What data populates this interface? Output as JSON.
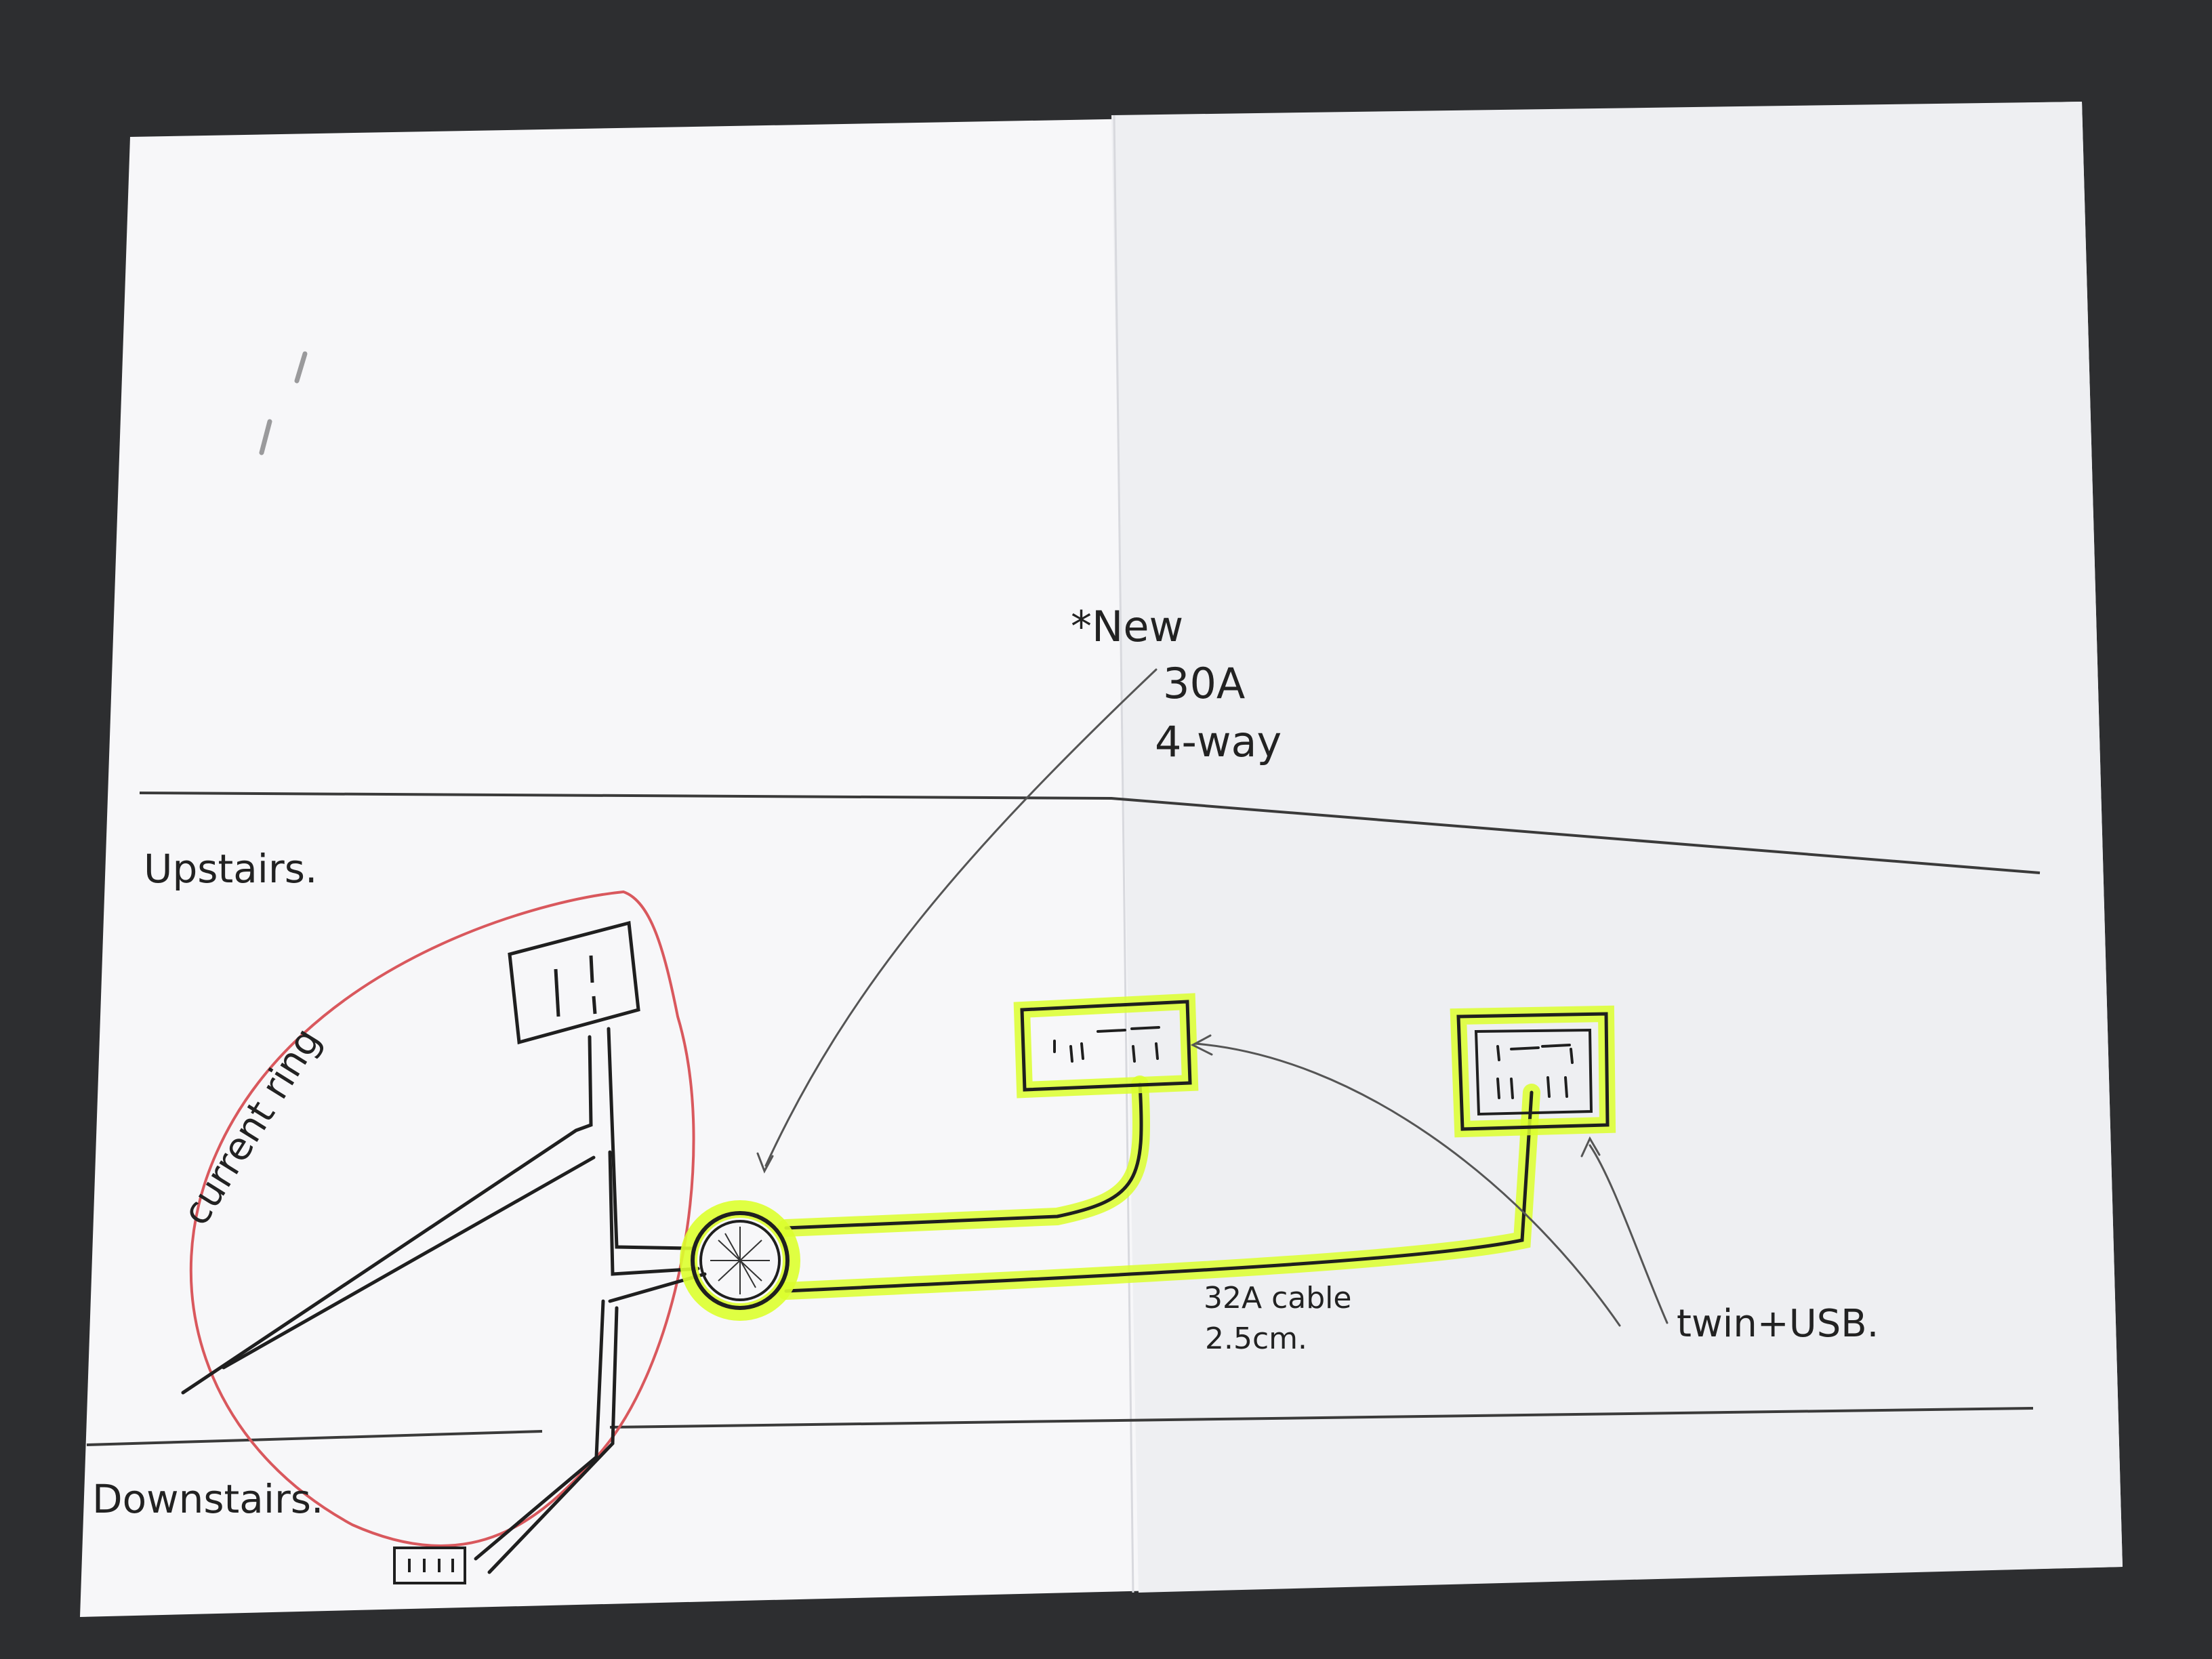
{
  "photo": {
    "background_color": "#2d2e30",
    "paper_color": "#f7f7f9",
    "ink_color": "#1f1f1f",
    "highlight_color": "#dcff2e",
    "ring_color": "#d9585d"
  },
  "labels": {
    "new_box_line1": "*New",
    "new_box_line2": "30A",
    "new_box_line3": "4-way",
    "upstairs": "Upstairs.",
    "downstairs": "Downstairs.",
    "current_ring": "current ring",
    "cable_line1": "32A cable",
    "cable_line2": "2.5cm.",
    "twin_usb": "twin+USB."
  }
}
